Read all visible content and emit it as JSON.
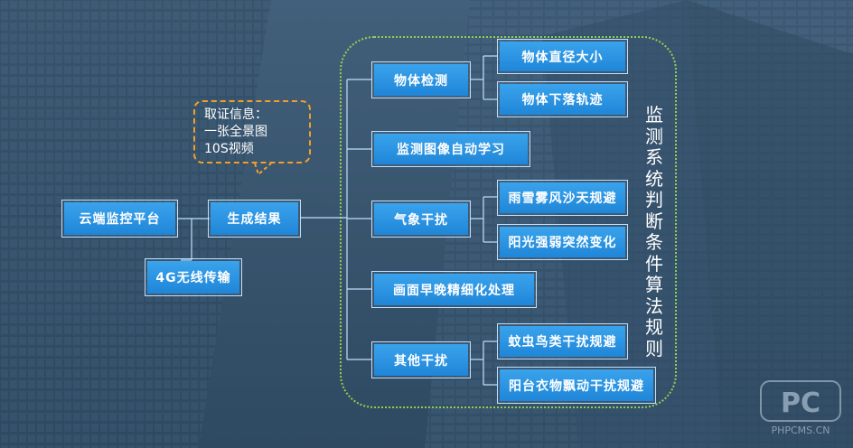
{
  "diagram": {
    "vertical_title": "监测系统判断条件算法规则",
    "callout": "取证信息：\n一张全景图\n10S视频",
    "nodes": {
      "cloud": "云端监控平台",
      "transfer": "4G无线传输",
      "result": "生成结果",
      "object": "物体检测",
      "object_size": "物体直径大小",
      "object_track": "物体下落轨迹",
      "learn": "监测图像自动学习",
      "weather": "气象干扰",
      "weather_rain": "雨雪雾风沙天规避",
      "weather_light": "阳光强弱突然变化",
      "refine": "画面早晚精细化处理",
      "other": "其他干扰",
      "other_bugs": "蚊虫鸟类干扰规避",
      "other_clothes": "阳台衣物飘动干扰规避"
    },
    "watermark": {
      "logo": "PC",
      "text": "PHPCMS.CN"
    },
    "colors": {
      "node": "#2593e0",
      "line": "#bfe0ff",
      "group": "#8fd14f",
      "callout": "#f0a02a"
    }
  }
}
